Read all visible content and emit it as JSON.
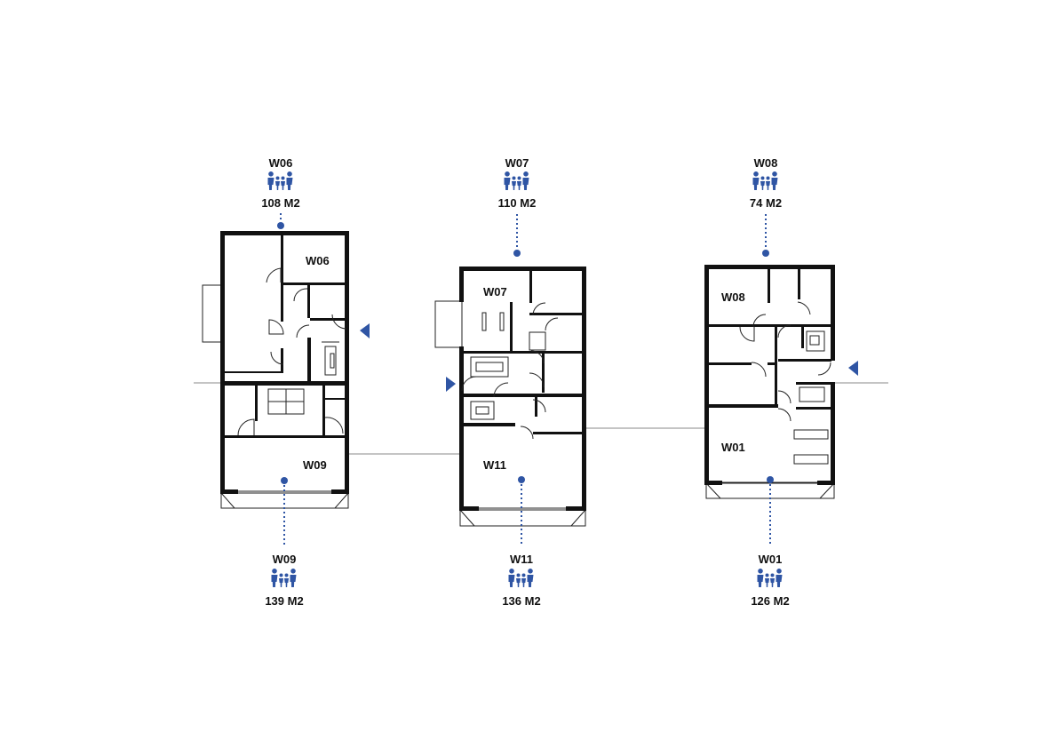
{
  "units": [
    {
      "id": "W06",
      "code": "W06",
      "area": "108 M2"
    },
    {
      "id": "W07",
      "code": "W07",
      "area": "110 M2"
    },
    {
      "id": "W08",
      "code": "W08",
      "area": "74 M2"
    },
    {
      "id": "W09",
      "code": "W09",
      "area": "139 M2"
    },
    {
      "id": "W11",
      "code": "W11",
      "area": "136 M2"
    },
    {
      "id": "W01",
      "code": "W01",
      "area": "126 M2"
    }
  ],
  "room_labels": {
    "left_top": "W06",
    "left_bottom": "W09",
    "mid_top": "W07",
    "mid_bottom": "W11",
    "right_top": "W08",
    "right_bottom": "W01"
  },
  "icons": {
    "family": "family-icon",
    "entry": "entry-arrow-icon"
  },
  "colors": {
    "accent": "#2f55a4",
    "walls": "#111111"
  }
}
